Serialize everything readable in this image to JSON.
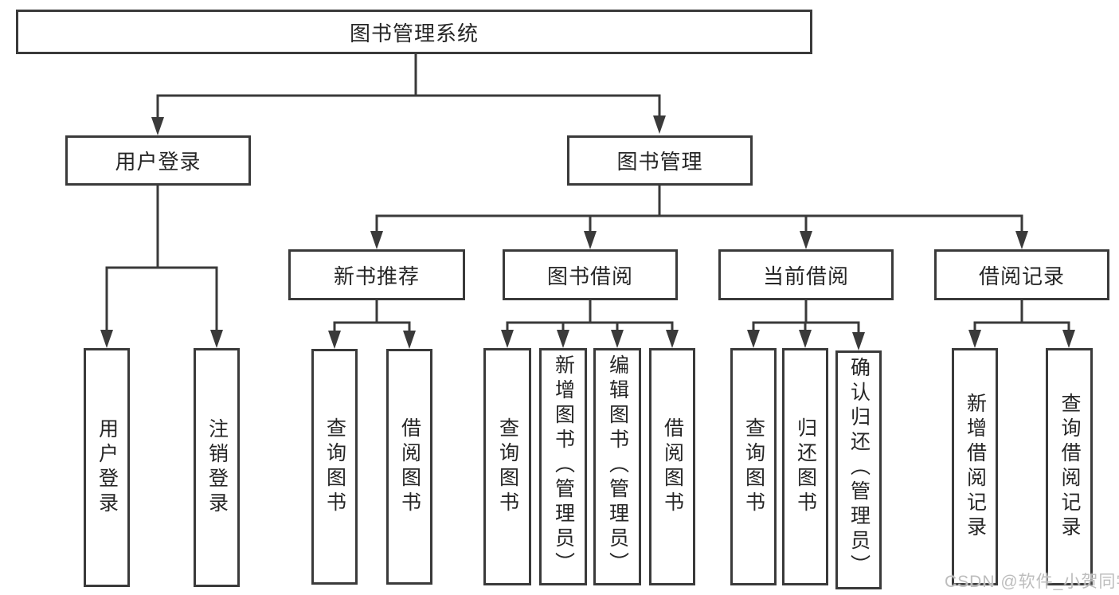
{
  "diagram": {
    "title": "图书管理系统",
    "root": "图书管理系统",
    "branches": [
      {
        "label": "用户登录",
        "children": [
          "用户登录",
          "注销登录"
        ]
      },
      {
        "label": "图书管理",
        "children": [
          {
            "label": "新书推荐",
            "children": [
              "查询图书",
              "借阅图书"
            ]
          },
          {
            "label": "图书借阅",
            "children": [
              "查询图书",
              "新增图书（管理员）",
              "编辑图书（管理员）",
              "借阅图书"
            ]
          },
          {
            "label": "当前借阅",
            "children": [
              "查询图书",
              "归还图书",
              "确认归还（管理员）"
            ]
          },
          {
            "label": "借阅记录",
            "children": [
              "新增借阅记录",
              "查询借阅记录"
            ]
          }
        ]
      }
    ]
  },
  "watermark": "CSDN @软件_小贺同学",
  "colors": {
    "line": "#3a3a3a",
    "text": "#262626",
    "watermark": "#bdbdbd",
    "background": "#ffffff"
  }
}
